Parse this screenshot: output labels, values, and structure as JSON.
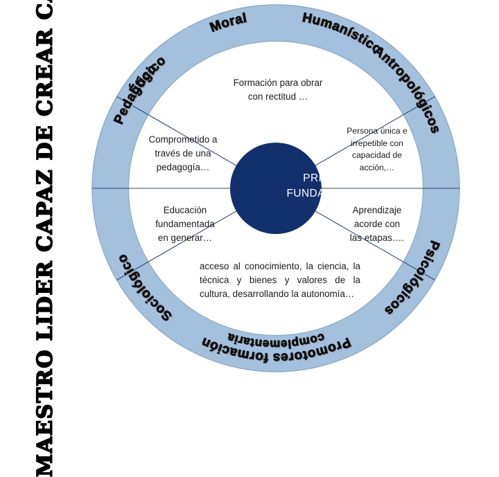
{
  "banner": {
    "text": "MAESTRO  LIDER  CAPAZ  DE  CREAR  CAMBIOS"
  },
  "colors": {
    "ring_fill": "#A3C0DD",
    "ring_stroke": "#8FA9C4",
    "center_fill": "#12306B",
    "center_text": "#FFFFFF",
    "divider": "#2F4A78",
    "body_text": "#1A1A1A",
    "ring_label_text": "#111111"
  },
  "wheel": {
    "center": {
      "line1": "PRINCIPIOS",
      "line2": "FUNDAMENTALES"
    },
    "ring_labels": [
      {
        "id": "etico",
        "text": "Ético"
      },
      {
        "id": "moral",
        "text": "Moral"
      },
      {
        "id": "humanistico",
        "text": "Humanístico"
      },
      {
        "id": "antropologicos",
        "text": "Antropológicos"
      },
      {
        "id": "psicologicos",
        "text": "Psicológicos"
      },
      {
        "id": "promotores",
        "text": "Promotores formación"
      },
      {
        "id": "complementaria",
        "text": "complementaria"
      },
      {
        "id": "sociologico",
        "text": "Sociológico"
      },
      {
        "id": "pedagogico",
        "text": "Pedagógico"
      }
    ],
    "sectors": [
      {
        "id": "top",
        "ring_labels": [
          "Ético",
          "Moral",
          "Humanístico"
        ],
        "body": "Formación para obrar\ncon rectitud …"
      },
      {
        "id": "right-upper",
        "ring_labels": [
          "Antropológicos"
        ],
        "body": "Persona única e\nirrepetible con\ncapacidad de\nacción,…"
      },
      {
        "id": "right-lower",
        "ring_labels": [
          "Psicológicos"
        ],
        "body": "Aprendizaje\nacorde  con\nlas etapas…."
      },
      {
        "id": "bottom",
        "ring_labels": [
          "Promotores formación",
          "complementaria"
        ],
        "body": "acceso al conocimiento, la ciencia, la técnica y bienes y valores de la cultura, desarrollando la autonomía…"
      },
      {
        "id": "left-lower",
        "ring_labels": [
          "Sociológico"
        ],
        "body": "Educación\nfundamentada\nen  generar…"
      },
      {
        "id": "left-upper",
        "ring_labels": [
          "Pedagógico"
        ],
        "body": "Comprometido a\ntravés de una\npedagogía…"
      }
    ]
  }
}
